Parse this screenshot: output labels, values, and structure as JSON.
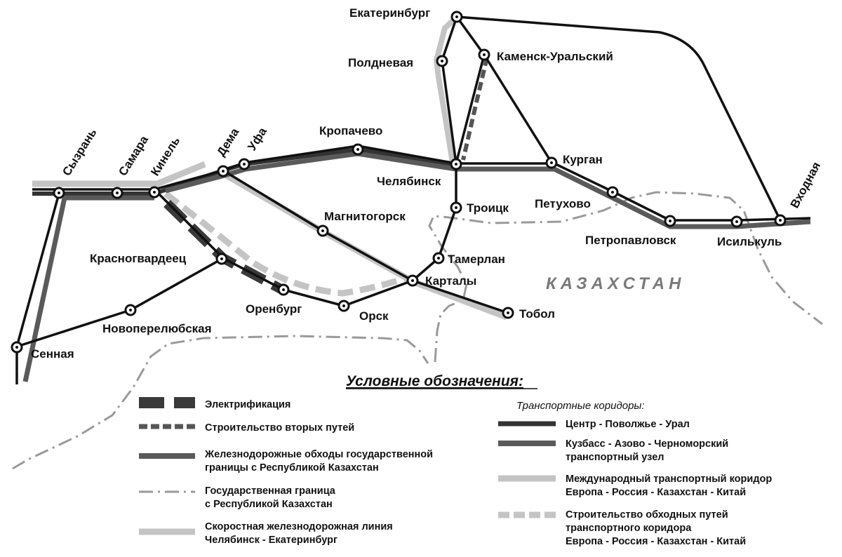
{
  "map": {
    "country_label": "КАЗАХСТАН",
    "stations": {
      "ekaterinburg": "Екатеринбург",
      "poldnevaya": "Полдневая",
      "kamensk": "Каменск-Уральский",
      "kropachevo": "Кропачево",
      "chelyabinsk": "Челябинск",
      "kurgan": "Курган",
      "troitsk": "Троицк",
      "petukhovo": "Петухово",
      "magnitogorsk": "Магнитогорск",
      "tamerlan": "Тамерлан",
      "kartaly": "Карталы",
      "tobol": "Тобол",
      "petropavlovsk": "Петропавловск",
      "isilkul": "Исилькуль",
      "vkhodnaya": "Входная",
      "syzran": "Сызрань",
      "samara": "Самара",
      "kinel": "Кинель",
      "dema": "Дема",
      "ufa": "Уфа",
      "krasnogvardeets": "Красногвардеец",
      "orenburg": "Оренбург",
      "orsk": "Орск",
      "novoperelyubskaya": "Новоперелюбская",
      "sennaya": "Сенная"
    }
  },
  "legend": {
    "title": "Условные обозначения:",
    "left_items": [
      {
        "label": "Электрификация"
      },
      {
        "label": "Строительство вторых путей"
      },
      {
        "label": "Железнодорожные обходы государственной",
        "label2": "границы с Республикой Казахстан"
      },
      {
        "label": "Государственная граница",
        "label2": "с Республикой Казахстан"
      },
      {
        "label": "Скоростная железнодорожная линия",
        "label2": "Челябинск - Екатеринбург"
      }
    ],
    "corridors_title": "Транспортные коридоры:",
    "right_items": [
      {
        "label": "Центр - Поволжье - Урал"
      },
      {
        "label": "Кузбасс - Азово - Черноморский",
        "label2": "транспортный узел"
      },
      {
        "label": "Международный транспортный коридор",
        "label2": "Европа - Россия - Казахстан - Китай"
      },
      {
        "label": "Строительство обходных путей",
        "label2": "транспортного коридора",
        "label3": "Европа - Россия - Казахстан - Китай"
      }
    ]
  },
  "colors": {
    "rail": "#111111",
    "center_corridor": "#333333",
    "kuzbass_corridor": "#5a5a5a",
    "international_corridor": "#c4c4c4",
    "bypass_construction": "#c4c4c4",
    "electrification": "#3a3a3a",
    "second_tracks": "#555555",
    "border": "#9a9a9a",
    "background": "#ffffff"
  }
}
